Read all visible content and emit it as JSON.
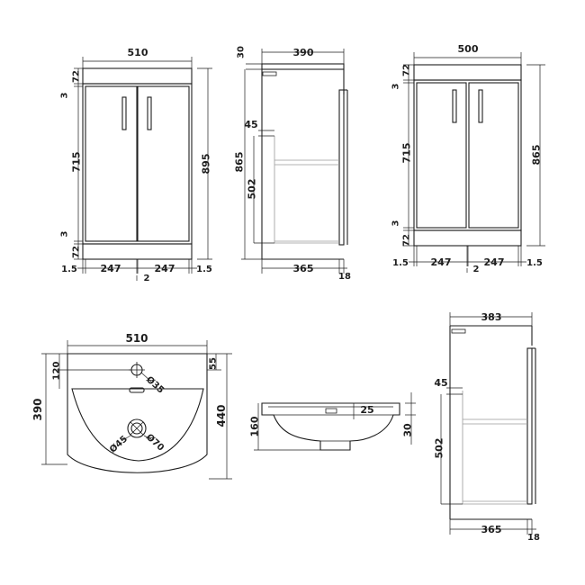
{
  "labels": {
    "front_width": "510",
    "front_height": "895",
    "front_top": "72",
    "front_gap_top": "3",
    "front_doors": "715",
    "front_gap_bottom": "3",
    "front_plinth": "72",
    "front_edge_left": "1.5",
    "front_door_left": "247",
    "front_door_right": "247",
    "front_edge_right": "1.5",
    "front_center_gap": "2",
    "side_top": "30",
    "side_depth": "390",
    "side_height": "865",
    "side_shelf_offset": "45",
    "side_shelf_height": "502",
    "side_body_depth": "365",
    "side_door_depth": "18",
    "cab_width": "500",
    "cab_height": "865",
    "cab_top": "72",
    "cab_gap_top": "3",
    "cab_doors": "715",
    "cab_gap_bottom": "3",
    "cab_plinth": "72",
    "cab_edge_left": "1.5",
    "cab_door_left": "247",
    "cab_door_right": "247",
    "cab_edge_right": "1.5",
    "cab_center_gap": "2",
    "basin_width": "510",
    "basin_depth": "390",
    "basin_tap_offset": "120",
    "basin_tap_hole": "Ø35",
    "basin_back_offset": "55",
    "basin_overall_depth": "440",
    "basin_waste_inner": "Ø45",
    "basin_waste_outer": "Ø70",
    "bowl_depth": "160",
    "bowl_overflow": "25",
    "bowl_rim": "30",
    "carcass_depth": "383",
    "carcass_shelf_offset": "45",
    "carcass_shelf_height": "502",
    "carcass_body_depth": "365",
    "carcass_door_depth": "18"
  }
}
